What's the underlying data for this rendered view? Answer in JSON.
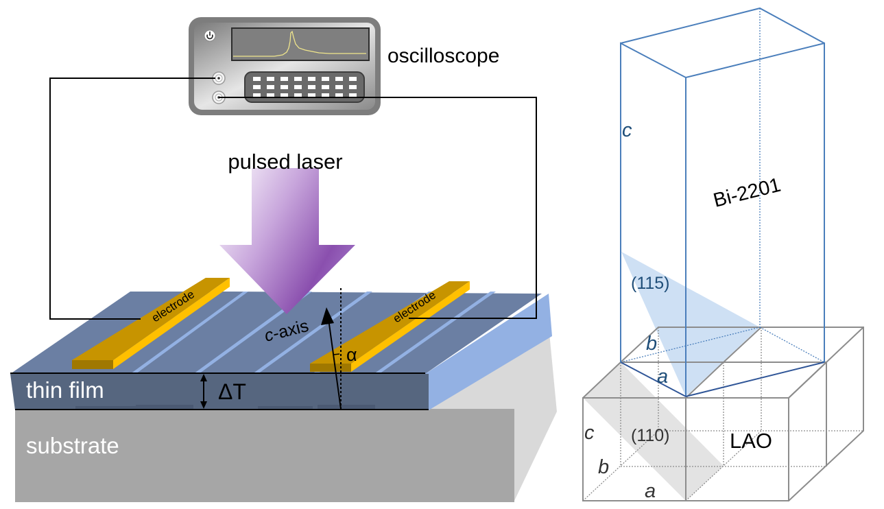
{
  "labels": {
    "oscilloscope": "oscilloscope",
    "pulsed_laser": "pulsed laser",
    "electrode_left": "electrode",
    "electrode_right": "electrode",
    "c_axis_italic": "c",
    "c_axis_rest": "-axis",
    "alpha": "α",
    "thin_film": "thin film",
    "delta_t": "ΔT",
    "substrate": "substrate",
    "bi_c": "c",
    "bi_name": "Bi-2201",
    "plane_115": "(115)",
    "bi_b": "b",
    "bi_a": "a",
    "lao_c": "c",
    "plane_110": "(110)",
    "lao_name": "LAO",
    "lao_b": "b",
    "lao_a": "a"
  },
  "colors": {
    "film_top": "#6b7fa3",
    "film_front": "#56667f",
    "film_step": "#93b1e3",
    "substrate_front": "#a6a6a6",
    "substrate_side": "#d9d9d9",
    "electrode_top": "#c79400",
    "electrode_side": "#ffc000",
    "laser_dark": "#8a4fae",
    "laser_light": "#ffffff",
    "bi_cell": "#4a7ebb",
    "bi_label": "#1f4e79",
    "plane_115_fill": "#c6dbf2",
    "lao_cell": "#8c8c8c",
    "plane_110_fill": "#e3e3e3",
    "scope_trace": "#f0e68c"
  }
}
